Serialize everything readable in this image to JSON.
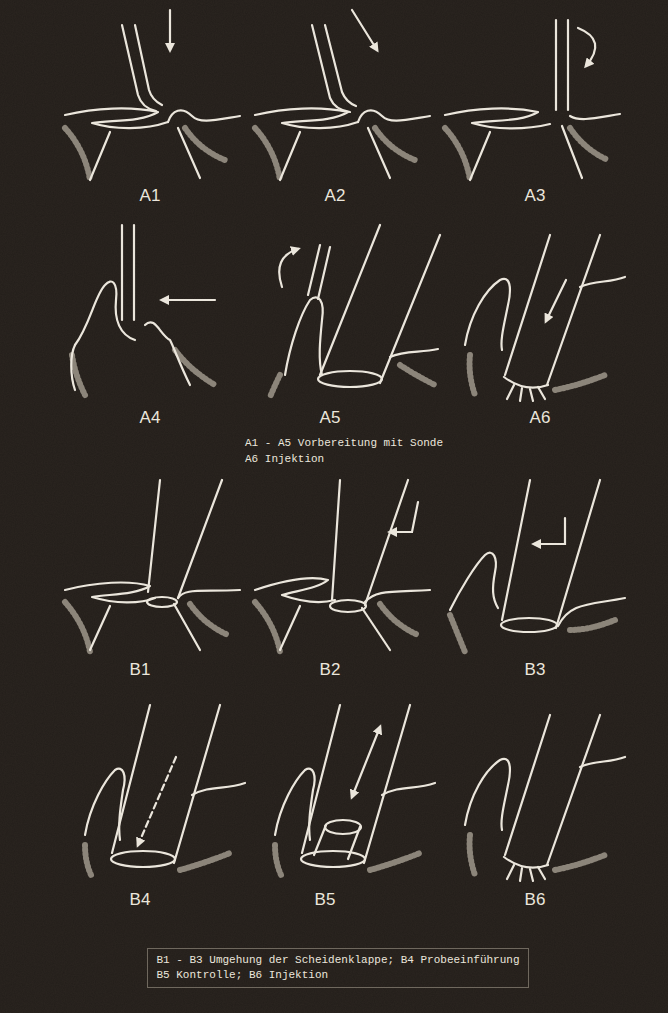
{
  "diagram": {
    "nodes": [
      {
        "text": [
          "B1 - B3 Umgehung der Scheidenklappe; B4 Probeeinführung",
          "B5 Kontrolle; B6 Injektion"
        ]
      }
    ],
    "labels": [
      "A1",
      "A2",
      "A3",
      "A4",
      "A5",
      "A6",
      "A1 - A5 Vorbereitung mit Sonde",
      "A6 Injektion",
      "B1",
      "B2",
      "B3",
      "B4",
      "B5",
      "B6"
    ]
  }
}
